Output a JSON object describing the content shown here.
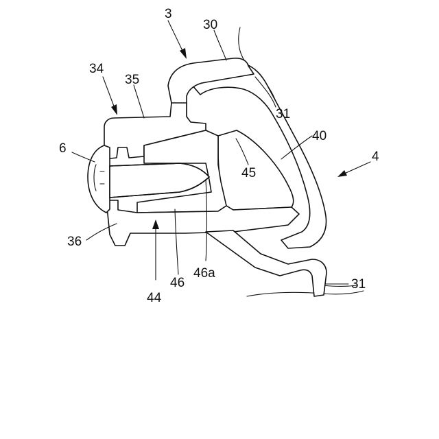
{
  "labels": {
    "fig_3": "3",
    "fig_30": "30",
    "fig_31_top": "31",
    "fig_34": "34",
    "fig_35": "35",
    "fig_40": "40",
    "fig_4": "4",
    "fig_6": "6",
    "fig_45": "45",
    "fig_36": "36",
    "fig_46a": "46a",
    "fig_46": "46",
    "fig_44": "44",
    "fig_31_bottom": "31"
  }
}
